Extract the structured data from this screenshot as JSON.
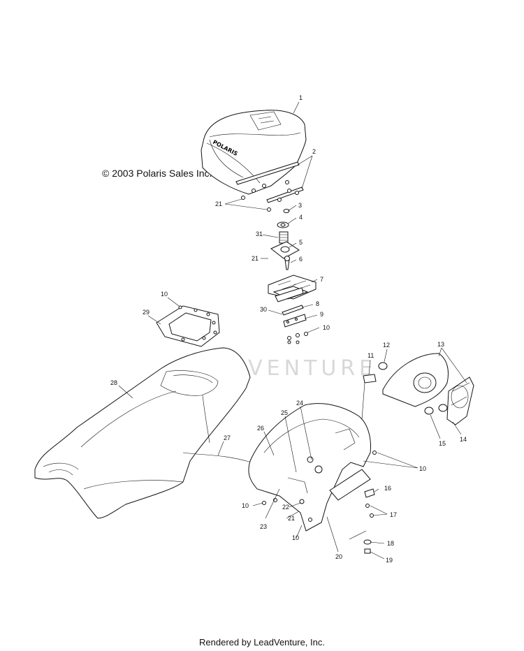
{
  "copyright": "© 2003 Polaris Sales Inc.",
  "footer": "Rendered by LeadVenture, Inc.",
  "watermark_text": "ADVENTURE",
  "logo_text": "POLARIS",
  "callouts": {
    "c1": "1",
    "c2": "2",
    "c3": "3",
    "c4": "4",
    "c5": "5",
    "c6": "6",
    "c7": "7",
    "c8": "8",
    "c9": "9",
    "c10a": "10",
    "c10b": "10",
    "c10c": "10",
    "c10d": "10",
    "c10e": "10",
    "c11": "11",
    "c12": "12",
    "c13": "13",
    "c14": "14",
    "c15": "15",
    "c16": "16",
    "c17": "17",
    "c18": "18",
    "c19": "19",
    "c20": "20",
    "c21a": "21",
    "c21b": "21",
    "c21c": "21",
    "c22": "22",
    "c23": "23",
    "c24": "24",
    "c25": "25",
    "c26": "26",
    "c27": "27",
    "c28": "28",
    "c29": "29",
    "c30": "30",
    "c31": "31"
  }
}
